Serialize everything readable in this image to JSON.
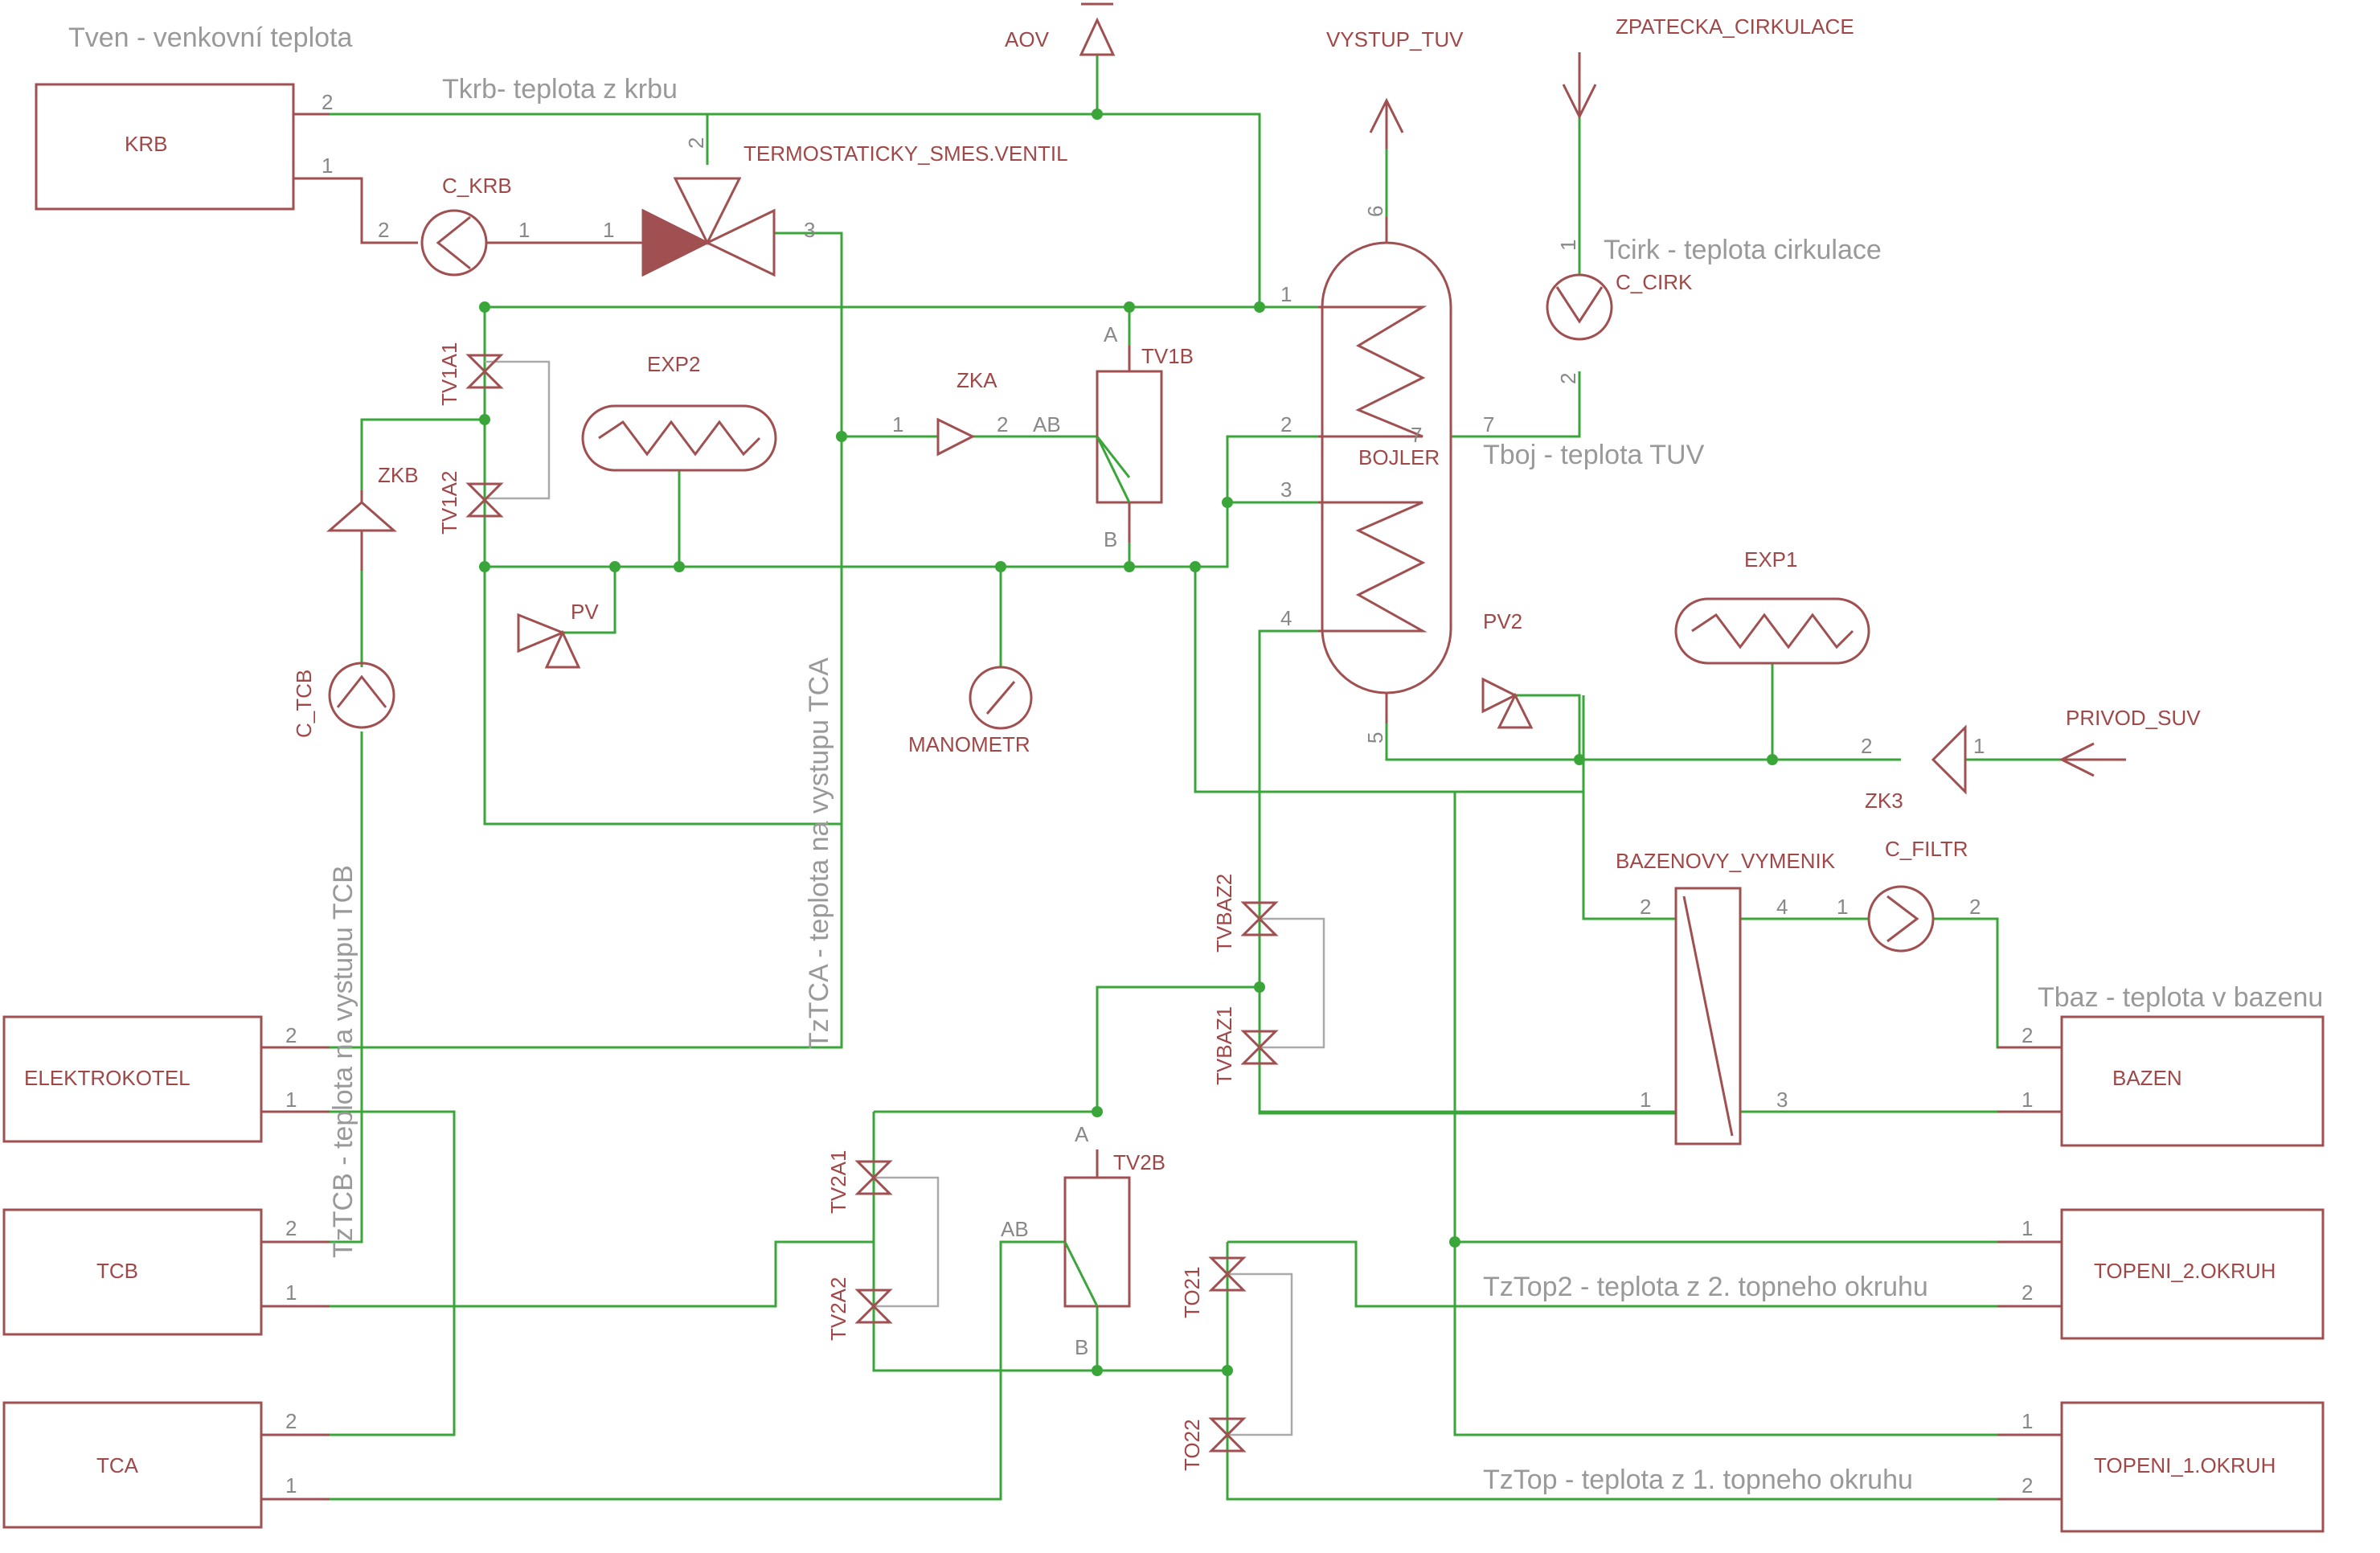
{
  "components": {
    "krb": "KRB",
    "elektrokotel": "ELEKTROKOTEL",
    "tcb": "TCB",
    "tca": "TCA",
    "bazen": "BAZEN",
    "topeni2": "TOPENI_2.OKRUH",
    "topeni1": "TOPENI_1.OKRUH",
    "c_krb": "C_KRB",
    "c_tcb": "C_TCB",
    "c_cirk": "C_CIRK",
    "c_filtr": "C_FILTR",
    "termostat": "TERMOSTATICKY_SMES.VENTIL",
    "aov": "AOV",
    "vystup_tuv": "VYSTUP_TUV",
    "zpatecka": "ZPATECKA_CIRKULACE",
    "privod_suv": "PRIVOD_SUV",
    "exp1": "EXP1",
    "exp2": "EXP2",
    "zka": "ZKA",
    "zkb": "ZKB",
    "zk3": "ZK3",
    "pv": "PV",
    "pv2": "PV2",
    "manometr": "MANOMETR",
    "tv1b": "TV1B",
    "tv2b": "TV2B",
    "tv1a1": "TV1A1",
    "tv1a2": "TV1A2",
    "tv2a1": "TV2A1",
    "tv2a2": "TV2A2",
    "tvbaz1": "TVBAZ1",
    "tvbaz2": "TVBAZ2",
    "to21": "TO21",
    "to22": "TO22",
    "bojler": "BOJLER",
    "bazenovy": "BAZENOVY_VYMENIK"
  },
  "notes": {
    "tven": "Tven - venkovní teplota",
    "tkrb": "Tkrb- teplota z krbu",
    "tcirk": "Tcirk - teplota cirkulace",
    "tboj": "Tboj - teplota TUV",
    "tbaz": "Tbaz - teplota v bazenu",
    "tztop2": "TzTop2 - teplota z 2. topneho okruhu",
    "tztop": "TzTop - teplota z 1. topneho okruhu",
    "tztcb": "TzTCB - teplota na vystupu TCB",
    "tztca": "TzTCA - teplota na vystupu TCA"
  },
  "pins": {
    "one": "1",
    "two": "2",
    "three": "3",
    "four": "4",
    "five": "5",
    "six": "6",
    "seven": "7",
    "a": "A",
    "b": "B",
    "ab": "AB"
  }
}
